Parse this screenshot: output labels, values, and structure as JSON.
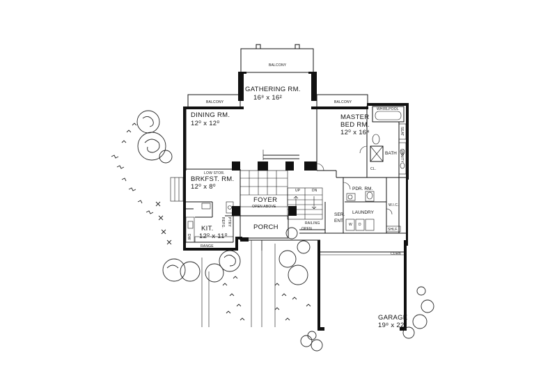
{
  "rooms": {
    "gathering": {
      "name": "GATHERING RM.",
      "size": "16⁸ x 16²"
    },
    "dining": {
      "name": "DINING RM.",
      "size": "12⁰ x 12⁰"
    },
    "master": {
      "name1": "MASTER",
      "name2": "BED RM.",
      "size": "12⁰ x 16⁴"
    },
    "brkfst": {
      "name": "BRKFST. RM.",
      "size": "12⁰ x 8⁰"
    },
    "kit": {
      "name": "KIT.",
      "size": "12⁰ x 11⁰"
    },
    "foyer": {
      "name": "FOYER",
      "sub": "OPEN ABOVE"
    },
    "porch": {
      "name": "PORCH"
    },
    "garage": {
      "name": "GARAGE",
      "size": "19⁸ x 22⁰"
    },
    "bath": {
      "name": "BATH"
    },
    "pdr": {
      "name": "PDR. RM."
    },
    "laundry": {
      "name": "LAUNDRY"
    },
    "ser_ent": {
      "line1": "SER.",
      "line2": "ENT."
    },
    "wic": {
      "name": "W.I.C."
    }
  },
  "small_labels": {
    "balcony_top": "BALCONY",
    "balcony_left": "BALCONY",
    "balcony_right": "BALCONY",
    "whirlpool": "WHIRLPOOL",
    "seat": "SEAT",
    "vanity": "VANITY",
    "cl1": "CL.",
    "cl2": "CL.",
    "low_stor": "LOW STOR.",
    "up": "UP",
    "dn": "DN",
    "railing": "RAILING",
    "open": "OPEN",
    "curb": "CURB",
    "range": "RANGE",
    "refg": "REFG.",
    "pantry": "PTRY",
    "dw": "DW",
    "w": "W",
    "d": "D",
    "shelf": "SHLF."
  }
}
